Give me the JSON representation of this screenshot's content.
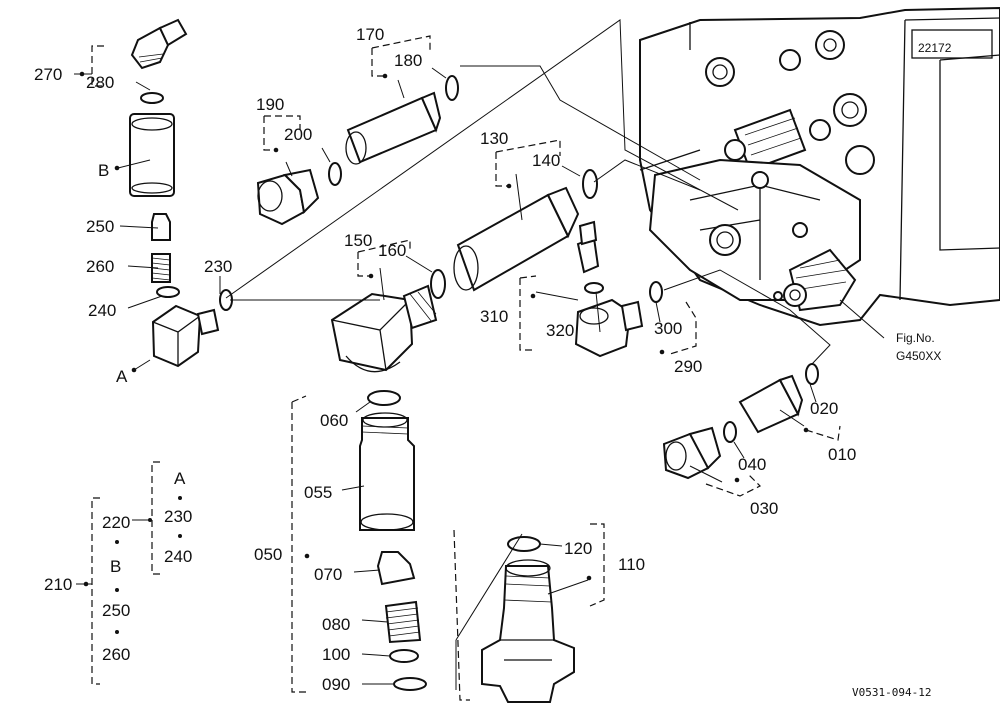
{
  "labels": {
    "p270": "270",
    "p280": "280",
    "pB": "B",
    "p250": "250",
    "p260": "260",
    "p240": "240",
    "p230": "230",
    "pA": "A",
    "p190": "190",
    "p200": "200",
    "p170": "170",
    "p180": "180",
    "p130": "130",
    "p140": "140",
    "p150": "150",
    "p160": "160",
    "p310": "310",
    "p320": "320",
    "p300": "300",
    "p290": "290",
    "p060": "060",
    "p055": "055",
    "p050": "050",
    "p070": "070",
    "p080": "080",
    "p100": "100",
    "p090": "090",
    "p120": "120",
    "p110": "110",
    "p020": "020",
    "p010": "010",
    "p040": "040",
    "p030": "030",
    "p210": "210",
    "k220": "220",
    "kB": "B",
    "k250": "250",
    "k260": "260",
    "kA": "A",
    "k230": "230",
    "k240": "240",
    "fig1": "Fig.No.",
    "fig2": "G450XX",
    "code": "V0531-094-12",
    "housing": "22172"
  }
}
